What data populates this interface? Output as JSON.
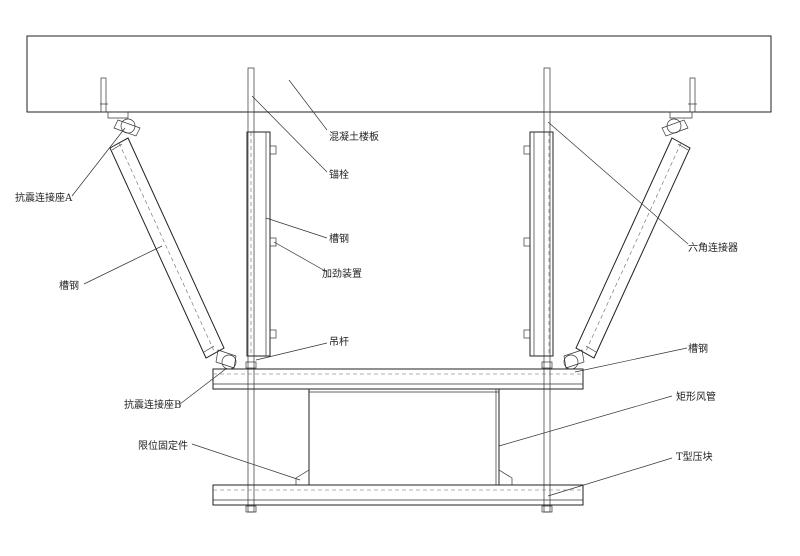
{
  "labels": {
    "slab": "混凝土楼板",
    "anchor_bolt": "锚栓",
    "channel_steel_vertical": "槽钢",
    "stiffener": "加劲装置",
    "hanger_rod": "吊杆",
    "seismic_seat_a": "抗震连接座A",
    "channel_steel_brace": "槽钢",
    "seismic_seat_b": "抗震连接座B",
    "hex_connector": "六角连接器",
    "channel_steel_beam": "槽钢",
    "duct": "矩形风管",
    "limit_fixture": "限位固定件",
    "t_clamp": "T型压块"
  }
}
